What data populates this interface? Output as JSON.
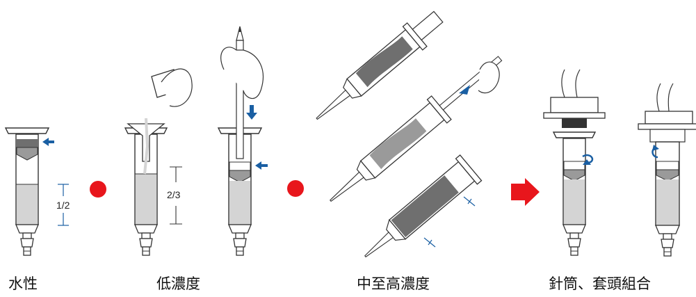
{
  "captions": {
    "water": "水性",
    "low_viscosity": "低濃度",
    "medium_high_viscosity": "中至高濃度",
    "syringe_cap_assembly": "針筒、套頭組合"
  },
  "measurements": {
    "half": "1/2",
    "two_thirds": "2/3"
  },
  "colors": {
    "arrow_blue": "#1a5fa3",
    "bullet_red": "#e8161c",
    "fluid_light": "#d4d4d4",
    "fluid_dark": "#6f6f6f"
  }
}
